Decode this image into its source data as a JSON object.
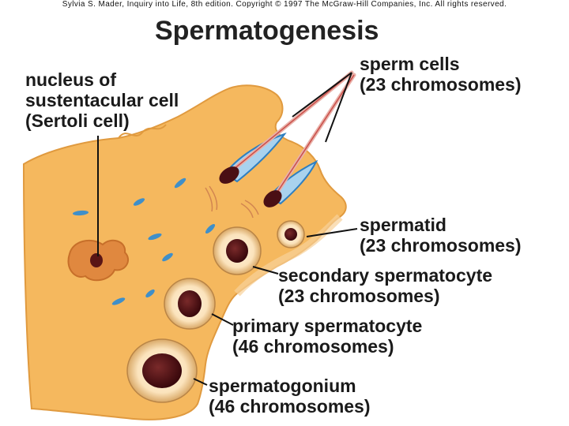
{
  "credit": "Sylvia S. Mader, Inquiry into Life, 8th edition. Copyright © 1997 The McGraw-Hill Companies, Inc. All rights reserved.",
  "title": "Spermatogenesis",
  "labels": {
    "sertoli": {
      "line1": "nucleus of",
      "line2": "sustentacular cell",
      "line3": "(Sertoli cell)"
    },
    "sperm": {
      "line1": "sperm cells",
      "line2": "(23 chromosomes)"
    },
    "spermatid": {
      "line1": "spermatid",
      "line2": "(23 chromosomes)"
    },
    "secondary": {
      "line1": "secondary spermatocyte",
      "line2": "(23 chromosomes)"
    },
    "primary": {
      "line1": "primary spermatocyte",
      "line2": "(46 chromosomes)"
    },
    "spermatogonium": {
      "line1": "spermatogonium",
      "line2": "(46 chromosomes)"
    }
  },
  "colors": {
    "cytoplasm": "#f5b85e",
    "cytoplasm_edge": "#e09a3f",
    "nucleus": "#4a0f14",
    "cell_ring": "#fbe3bc",
    "sertoli_nucleus": "#e0883f",
    "mitochondria": "#3f8fc9",
    "sperm_tail": "#e9b0a8",
    "leader_line": "#111111"
  }
}
